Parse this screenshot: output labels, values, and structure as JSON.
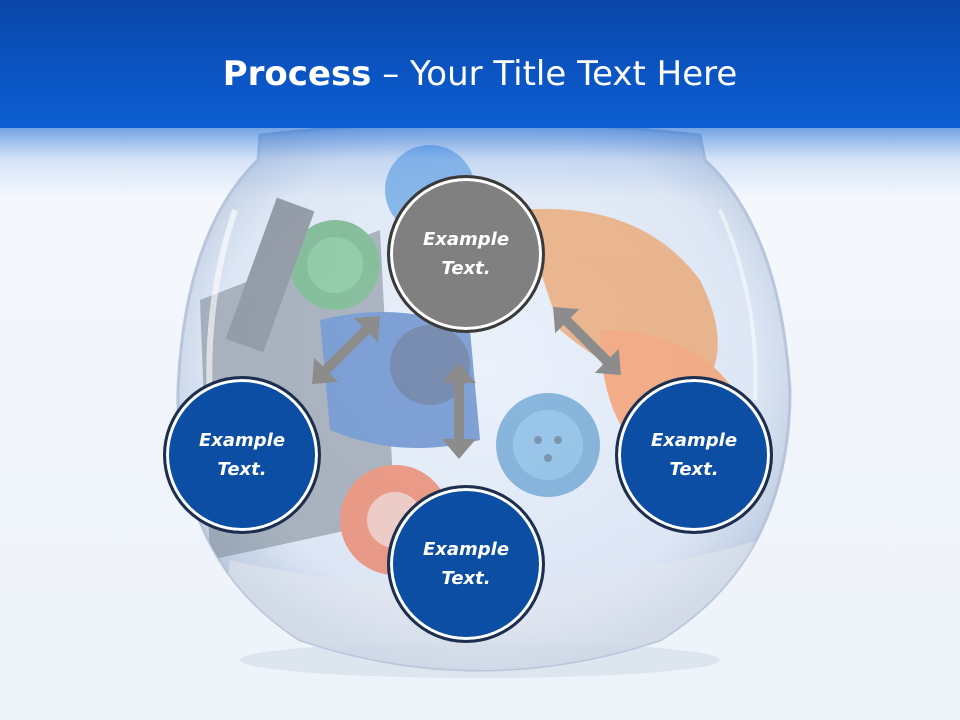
{
  "header": {
    "title_bold": "Process",
    "title_rest": " – Your Title Text Here"
  },
  "nodes": {
    "top": "Example\nText.",
    "left": "Example\nText.",
    "right": "Example\nText.",
    "bottom": "Example\nText."
  },
  "colors": {
    "header": "#0b55c4",
    "node_blue": "#0b4ea3",
    "node_gray": "#808080",
    "arrow": "#8c8c8c"
  },
  "icons": {
    "arrow_left": "double-headed-diagonal-arrow",
    "arrow_right": "double-headed-diagonal-arrow",
    "arrow_center": "double-headed-vertical-arrow"
  }
}
